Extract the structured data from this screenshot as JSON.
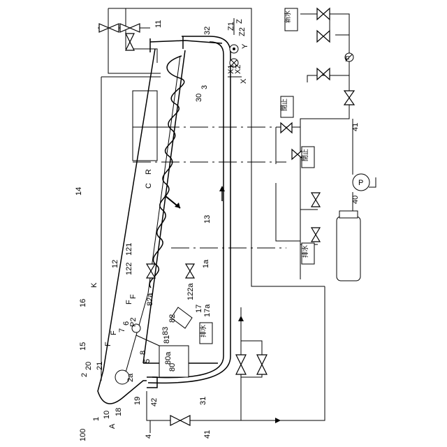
{
  "figure": {
    "labels": {
      "l100": "100",
      "l1": "1",
      "l10": "10",
      "l18": "18",
      "lA": "A",
      "l4": "4",
      "l41b": "41",
      "l31": "31",
      "l19": "19",
      "l42": "42",
      "l2": "2",
      "l20": "20",
      "l21": "21",
      "l2a": "2a",
      "l15": "15",
      "l16": "16",
      "lF1": "F",
      "lF2": "F",
      "lF3": "F",
      "lF4": "F",
      "l7": "7",
      "l6": "6",
      "lP2": "P2",
      "lK": "K",
      "l5": "5",
      "l8": "8",
      "l81": "81",
      "l82": "82",
      "l82a": "82a",
      "l83": "83",
      "l80a": "80a",
      "l80": "80",
      "l12": "12",
      "l121": "121",
      "l122": "122",
      "l122a": "122a",
      "l17": "17",
      "l17a": "17a",
      "l1a": "1a",
      "l14": "14",
      "lC": "C",
      "lR": "R",
      "l13": "13",
      "l30": "30",
      "l3": "3",
      "l32": "32",
      "l11": "11",
      "lX": "X",
      "lX1": "X1",
      "lX2": "X2",
      "lY": "Y",
      "lZ": "Z",
      "lZ1": "Z1",
      "lZ2": "Z2",
      "l41": "41",
      "l40": "40",
      "lP": "P",
      "lF5": "F",
      "shinsui": "新水",
      "heishi1": "閉止",
      "heishi2": "閉止",
      "haisui1": "排水",
      "haisui2": "排水"
    }
  }
}
